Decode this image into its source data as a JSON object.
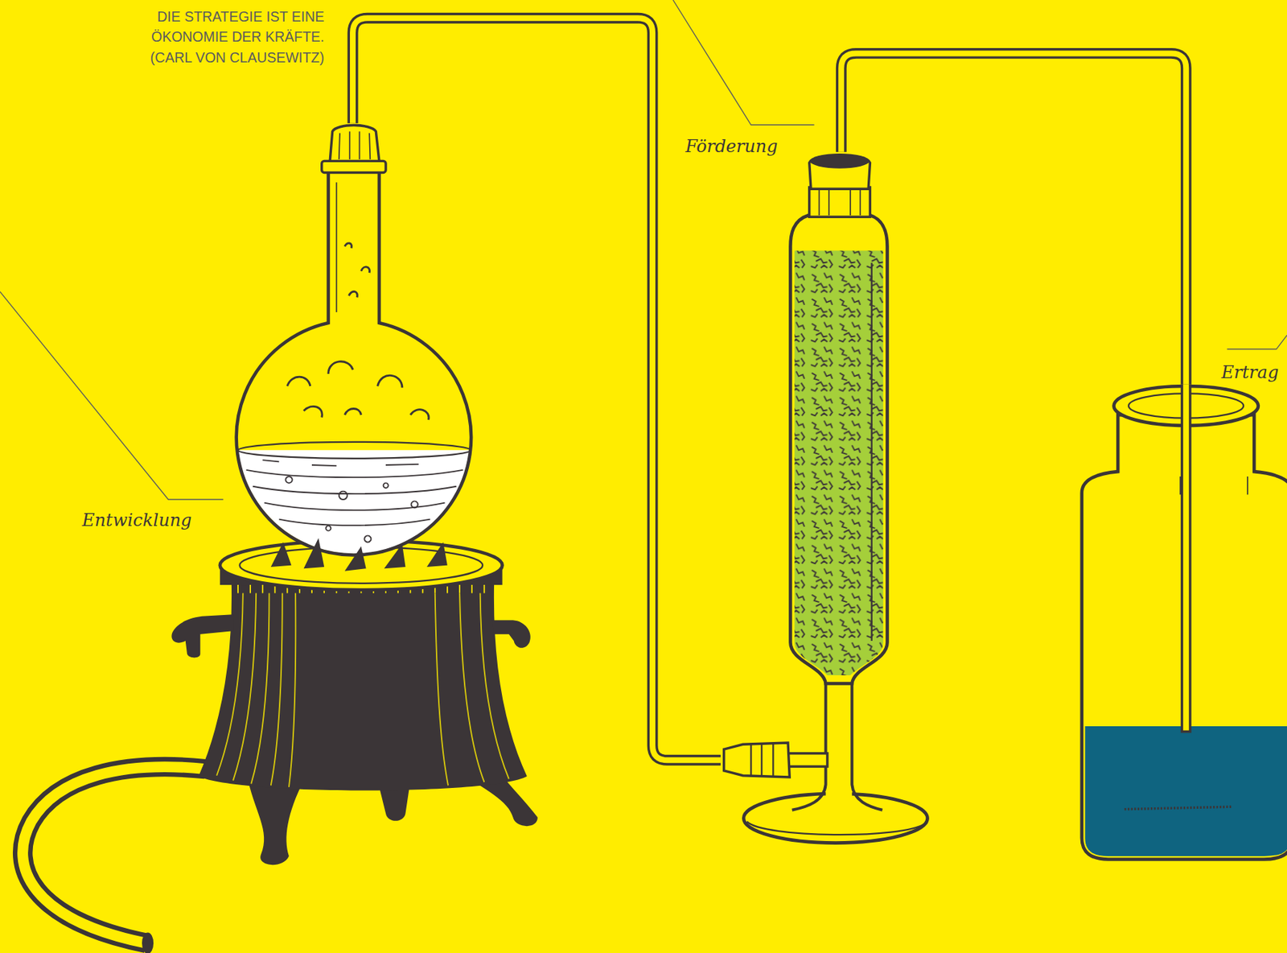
{
  "diagram": {
    "nodes": [
      {
        "text": [
          "Entwicklung"
        ]
      },
      {
        "text": [
          "Förderung"
        ]
      },
      {
        "text": [
          "Ertrag"
        ]
      }
    ],
    "edges": [
      {
        "from": 0,
        "to": 1,
        "arrow": "none"
      },
      {
        "from": 1,
        "to": 2,
        "arrow": "none"
      }
    ],
    "labels": [
      "DIE STRATEGIE IST EINE ÖKONOMIE DER KRÄFTE. (CARL VON CLAUSEWITZ)"
    ]
  }
}
